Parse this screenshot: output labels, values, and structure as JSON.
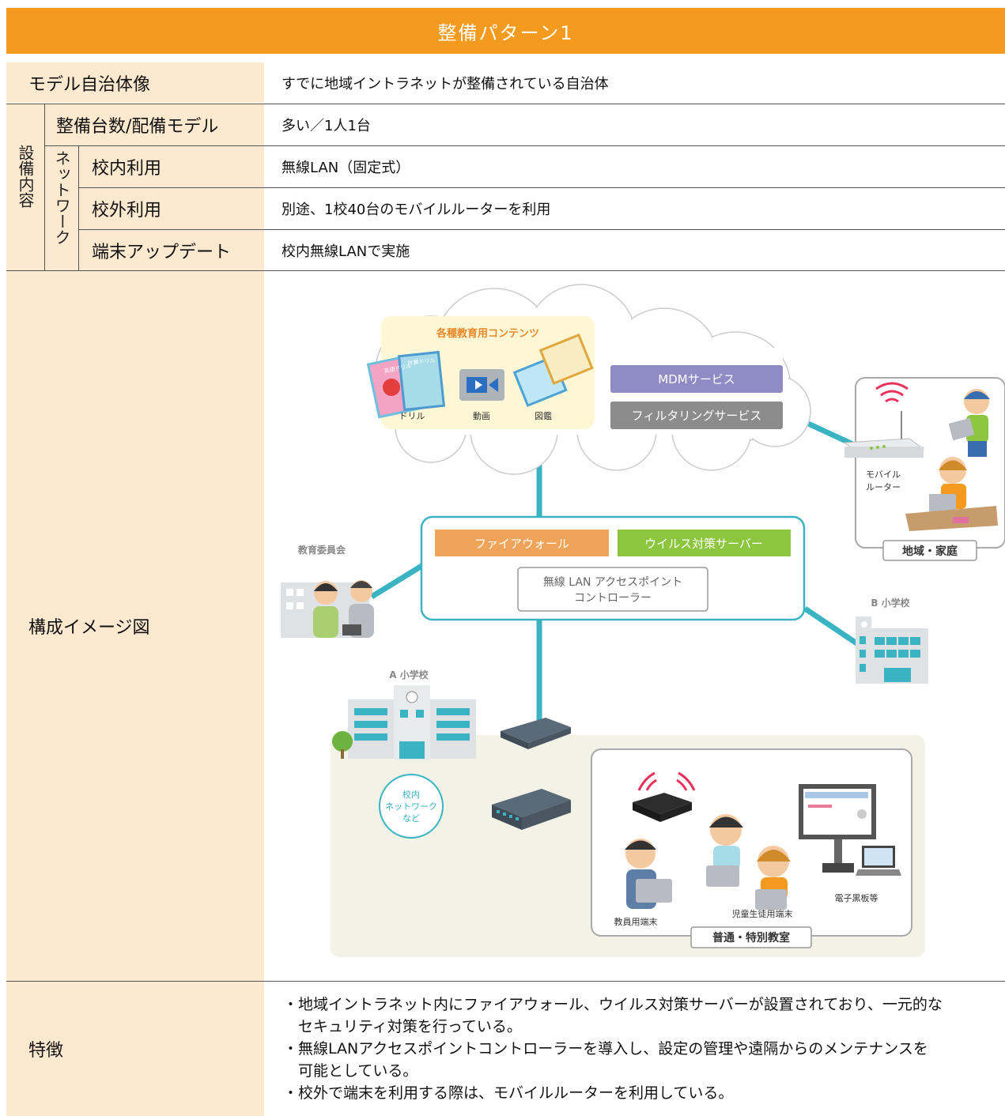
{
  "title": "整備パターン1",
  "rows": {
    "model": {
      "label": "モデル自治体像",
      "value": "すでに地域イントラネットが整備されている自治体"
    },
    "equip_group_label": "設備内容",
    "count": {
      "label": "整備台数/配備モデル",
      "value": "多い／1人1台"
    },
    "network_group_label": "ネットワーク",
    "in_school": {
      "label": "校内利用",
      "value": "無線LAN（固定式）"
    },
    "out_school": {
      "label": "校外利用",
      "value": "別途、1校40台のモバイルルーターを利用"
    },
    "update": {
      "label": "端末アップデート",
      "value": "校内無線LANで実施"
    },
    "diagram_label": "構成イメージ図",
    "features_label": "特徴"
  },
  "diagram": {
    "cloud_contents_title": "各種教育用コンテンツ",
    "drill_label": "ドリル",
    "video_label": "動画",
    "zukan_label": "図鑑",
    "book1_label": "英語ドリル",
    "book2_label": "計算ドリル",
    "mdm_label": "MDMサービス",
    "filtering_label": "フィルタリングサービス",
    "firewall_label": "ファイアウォール",
    "antivirus_label": "ウイルス対策サーバー",
    "ap_controller_line1": "無線 LAN アクセスポイント",
    "ap_controller_line2": "コントローラー",
    "board_label": "教育委員会",
    "mobile_router_line1": "モバイル",
    "mobile_router_line2": "ルーター",
    "home_label": "地域・家庭",
    "school_b_label": "B 小学校",
    "school_a_label": "A 小学校",
    "school_net_line1": "校内",
    "school_net_line2": "ネットワーク",
    "school_net_line3": "など",
    "teacher_device_label": "教員用端末",
    "student_device_label": "児童生徒用端末",
    "eboard_label": "電子黒板等",
    "classroom_label": "普通・特別教室",
    "colors": {
      "orange": "#f39a1f",
      "teal": "#3ab3c3",
      "mdm": "#8f8bc4",
      "filter": "#8c8c8c",
      "firewall": "#f0a45a",
      "antivirus": "#8cc63f",
      "label_bg": "#fde9cf"
    }
  },
  "features": [
    "・地域イントラネット内にファイアウォール、ウイルス対策サーバーが設置されており、一元的な",
    "　セキュリティ対策を行っている。",
    "・無線LANアクセスポイントコントローラーを導入し、設定の管理や遠隔からのメンテナンスを",
    "　可能としている。",
    "・校外で端末を利用する際は、モバイルルーターを利用している。"
  ]
}
